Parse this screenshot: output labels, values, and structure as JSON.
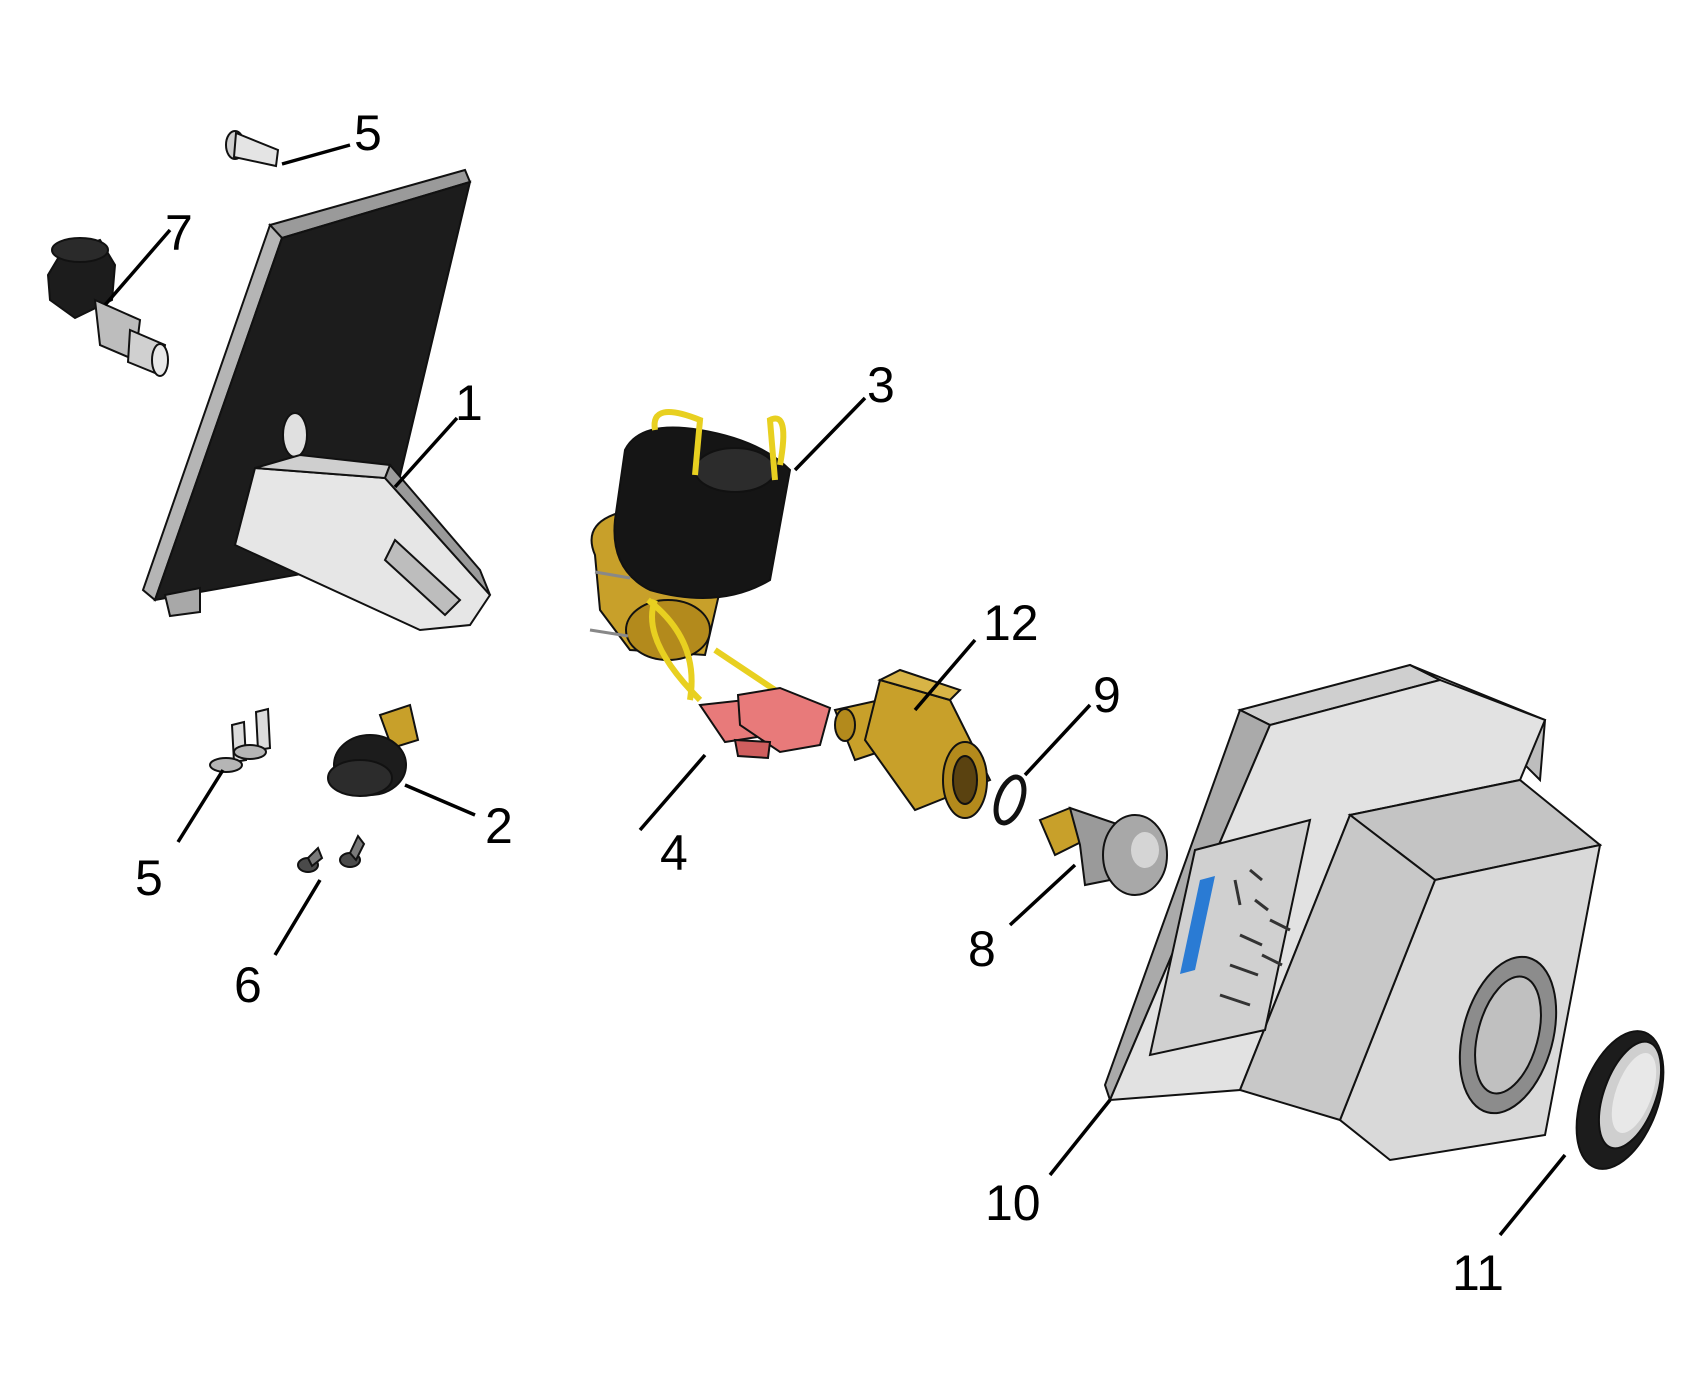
{
  "callouts": {
    "c1": "1",
    "c2": "2",
    "c3": "3",
    "c4": "4",
    "c5a": "5",
    "c5b": "5",
    "c6": "6",
    "c7": "7",
    "c8": "8",
    "c9": "9",
    "c10": "10",
    "c11": "11",
    "c12": "12"
  },
  "colors": {
    "plate": "#1c1c1c",
    "metal": "#d8d8d8",
    "brass": "#c8a02a",
    "wire": "#e8d020",
    "terminal": "#e87a7a",
    "housing": "#e2e2e2",
    "label_blue": "#2a7bd4"
  }
}
